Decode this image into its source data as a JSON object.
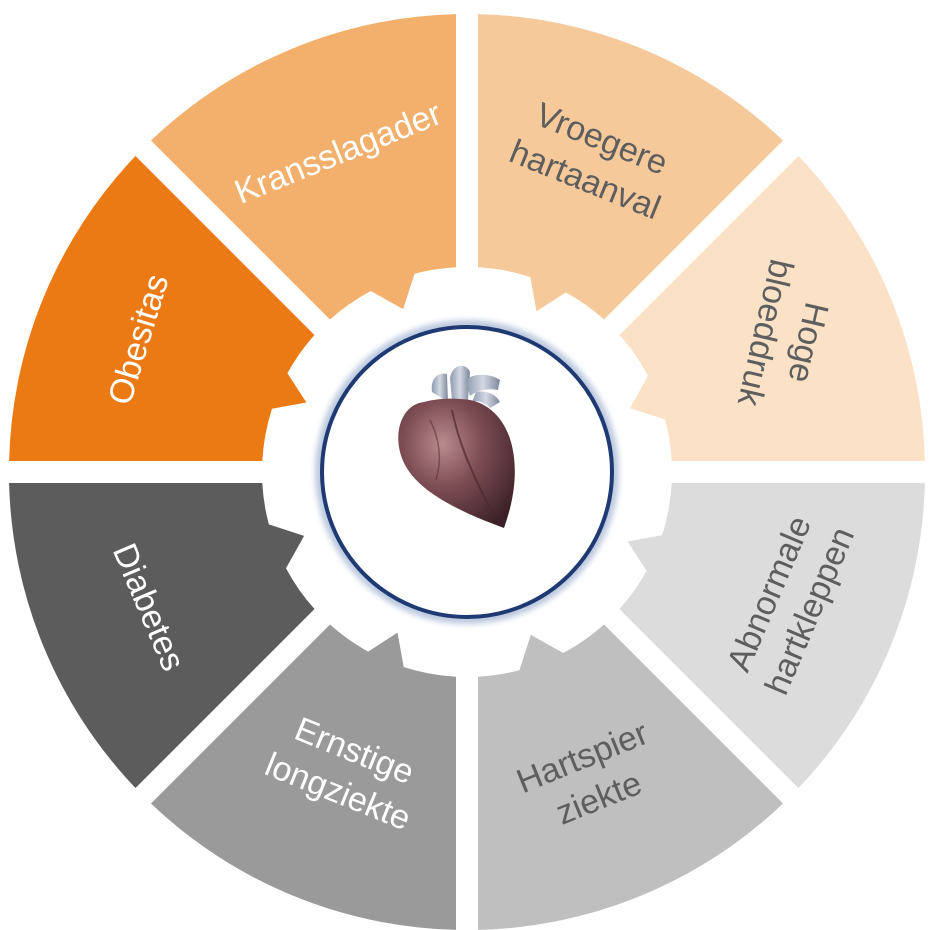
{
  "center": {
    "icon": "heart-icon",
    "ring_color": "#1f3a73"
  },
  "segments": [
    {
      "id": "kransslagader",
      "lines": [
        "Kransslagader"
      ],
      "fill": "#f2b06c",
      "text_color": "#ffffff"
    },
    {
      "id": "vroegere-hartaanval",
      "lines": [
        "Vroegere",
        "hartaanval"
      ],
      "fill": "#f6c99b",
      "text_color": "#5e5e5e"
    },
    {
      "id": "hoge-bloeddruk",
      "lines": [
        "Hoge",
        "bloeddruk"
      ],
      "fill": "#fbe1c6",
      "text_color": "#5e5e5e"
    },
    {
      "id": "abnormale-hartkleppen",
      "lines": [
        "Abnormale",
        "hartkleppen"
      ],
      "fill": "#dcdcdc",
      "text_color": "#5e5e5e"
    },
    {
      "id": "hartspier-ziekte",
      "lines": [
        "Hartspier",
        "ziekte"
      ],
      "fill": "#bfbfbf",
      "text_color": "#5e5e5e"
    },
    {
      "id": "ernstige-longziekte",
      "lines": [
        "Ernstige",
        "longziekte"
      ],
      "fill": "#9a9a9a",
      "text_color": "#ffffff"
    },
    {
      "id": "diabetes",
      "lines": [
        "Diabetes"
      ],
      "fill": "#5c5c5c",
      "text_color": "#ffffff"
    },
    {
      "id": "obesitas",
      "lines": [
        "Obesitas"
      ],
      "fill": "#ec7a14",
      "text_color": "#ffffff"
    }
  ]
}
